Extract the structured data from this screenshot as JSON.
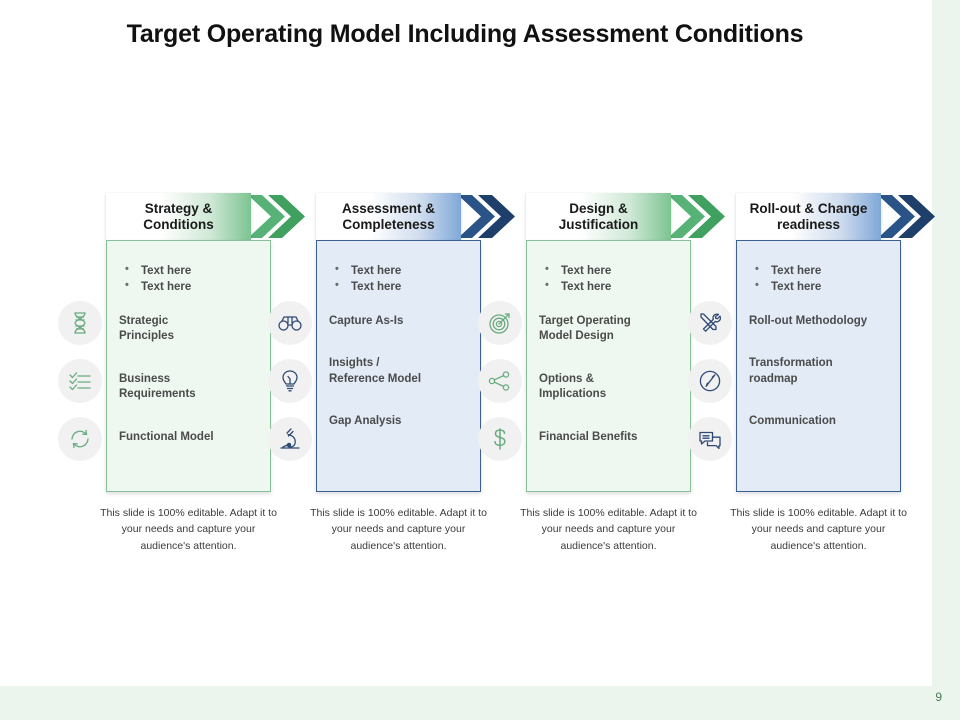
{
  "slide": {
    "title": "Target Operating Model Including Assessment Conditions",
    "page_number": "9",
    "accent_green": "#7cc491",
    "accent_blue": "#7fa8d8",
    "panel_green_bg": "#eef7f0",
    "panel_blue_bg": "#e3ebf7",
    "edge_green": "#ebf5ed"
  },
  "caption": "This slide is 100% editable. Adapt it to your needs and capture your audience's attention.",
  "columns": [
    {
      "header": "Strategy &\nConditions",
      "theme": "green",
      "bullets": [
        "Text here",
        "Text here"
      ],
      "items": [
        "Strategic\nPrinciples",
        "Business\nRequirements",
        "Functional Model"
      ],
      "icons": [
        "dna-helix-icon",
        "checklist-icon",
        "refresh-cycle-icon"
      ],
      "caption": "This slide is 100% editable. Adapt it to your needs and capture your audience's attention."
    },
    {
      "header": "Assessment &\nCompleteness",
      "theme": "blue",
      "bullets": [
        "Text here",
        "Text here"
      ],
      "items": [
        "Capture As-Is",
        "Insights  /\nReference Model",
        "Gap Analysis"
      ],
      "icons": [
        "binoculars-icon",
        "lightbulb-icon",
        "microscope-icon"
      ],
      "caption": "This slide is 100% editable. Adapt it to your needs and capture your audience's attention."
    },
    {
      "header": "Design &\nJustification",
      "theme": "green",
      "bullets": [
        "Text here",
        "Text here"
      ],
      "items": [
        "Target Operating\nModel Design",
        "Options  &\nImplications",
        "Financial Benefits"
      ],
      "icons": [
        "target-arrow-icon",
        "share-network-icon",
        "dollar-sign-icon"
      ],
      "caption": "This slide is 100% editable. Adapt it to your needs and capture your audience's attention."
    },
    {
      "header": "Roll-out &\nChange readiness",
      "theme": "blue",
      "bullets": [
        "Text here",
        "Text here"
      ],
      "items": [
        "Roll-out Methodology",
        "Transformation\n roadmap",
        "Communication"
      ],
      "icons": [
        "tools-cross-icon",
        "compass-pen-icon",
        "chat-bubbles-icon"
      ],
      "caption": "This slide is 100% editable. Adapt it to your needs and capture your audience's attention."
    }
  ]
}
